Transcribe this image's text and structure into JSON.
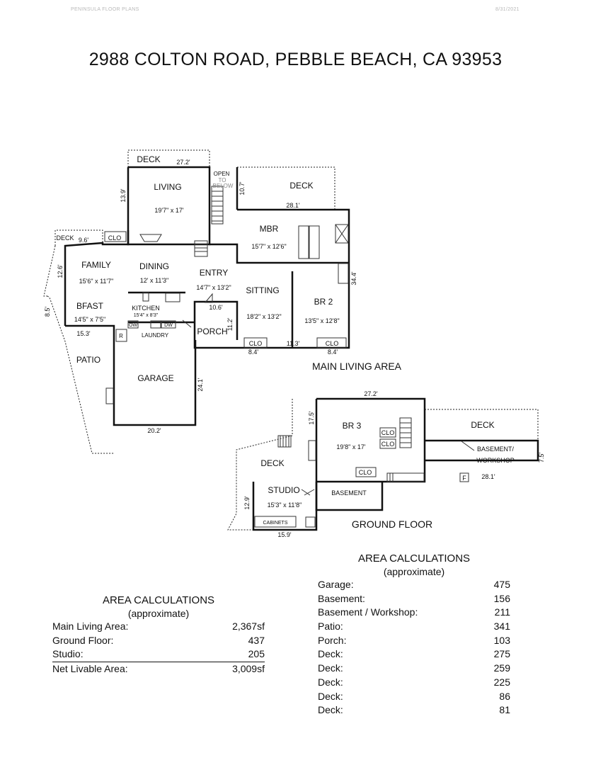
{
  "header": {
    "left": "PENINSULA FLOOR PLANS",
    "right": "8/31/2021"
  },
  "title": "2988 COLTON ROAD, PEBBLE BEACH, CA  93953",
  "main_level": {
    "section_label": "MAIN LIVING AREA",
    "rooms": [
      {
        "name": "LIVING",
        "size": "19'7\" x 17'"
      },
      {
        "name": "MBR",
        "size": "15'7\" x 12'6\""
      },
      {
        "name": "FAMILY",
        "size": "15'6\" x 11'7\""
      },
      {
        "name": "DINING",
        "size": "12' x 11'3\""
      },
      {
        "name": "ENTRY",
        "size": "14'7\" x 13'2\""
      },
      {
        "name": "SITTING",
        "size": "18'2\" x 13'2\""
      },
      {
        "name": "BR 2",
        "size": "13'5\" x 12'8\""
      },
      {
        "name": "BFAST",
        "size": "14'5\" x 7'5\""
      },
      {
        "name": "KITCHEN",
        "size": "15'4\" x 8'3\""
      },
      {
        "name": "GARAGE",
        "size": ""
      },
      {
        "name": "PATIO",
        "size": ""
      },
      {
        "name": "PORCH",
        "size": ""
      },
      {
        "name": "LAUNDRY",
        "size": ""
      }
    ],
    "labels": {
      "deck_top": "DECK",
      "deck_right": "DECK",
      "deck_left": "DECK",
      "open": "OPEN",
      "to": "TO",
      "below": "BELOW",
      "clo": "CLO",
      "ow": "OW",
      "dw": "DW",
      "r": "R"
    },
    "dims": {
      "d272": "27.2'",
      "d139": "13.9'",
      "d107": "10.7'",
      "d281": "28.1'",
      "d96": "9.6'",
      "d126": "12.6'",
      "d344": "34.4'",
      "d85": "8.5'",
      "d106": "10.6'",
      "d112": "11.2'",
      "d153": "15.3'",
      "d84a": "8.4'",
      "d113": "11.3'",
      "d84b": "8.4'",
      "d241": "24.1'",
      "d202": "20.2'"
    }
  },
  "ground_level": {
    "section_label": "GROUND FLOOR",
    "rooms": [
      {
        "name": "BR 3",
        "size": "19'8\" x 17'"
      },
      {
        "name": "STUDIO",
        "size": "15'3\" x 11'8\""
      },
      {
        "name": "BASEMENT",
        "size": ""
      },
      {
        "name": "BASEMENT/",
        "size": "WORKSHOP"
      }
    ],
    "labels": {
      "deck_a": "DECK",
      "deck_b": "DECK",
      "clo": "CLO",
      "cabinets": "CABINETS",
      "f": "F"
    },
    "dims": {
      "d272": "27.2'",
      "d175": "17.5'",
      "d281": "28.1'",
      "d75": "7.5'",
      "d129": "12.9'",
      "d159": "15.9'"
    }
  },
  "area_livable": {
    "title": "AREA CALCULATIONS",
    "subtitle": "(approximate)",
    "rows": [
      {
        "label": "Main Living Area:",
        "value": "2,367sf"
      },
      {
        "label": "Ground Floor:",
        "value": "437"
      },
      {
        "label": "Studio:",
        "value": "205"
      },
      {
        "label": "Net Livable Area:",
        "value": "3,009sf"
      }
    ]
  },
  "area_other": {
    "title": "AREA CALCULATIONS",
    "subtitle": "(approximate)",
    "rows": [
      {
        "label": "Garage:",
        "value": "475"
      },
      {
        "label": "Basement:",
        "value": "156"
      },
      {
        "label": "Basement / Workshop:",
        "value": "211"
      },
      {
        "label": "Patio:",
        "value": "341"
      },
      {
        "label": "Porch:",
        "value": "103"
      },
      {
        "label": "Deck:",
        "value": "275"
      },
      {
        "label": "Deck:",
        "value": "259"
      },
      {
        "label": "Deck:",
        "value": "225"
      },
      {
        "label": "Deck:",
        "value": "86"
      },
      {
        "label": "Deck:",
        "value": "81"
      }
    ]
  }
}
